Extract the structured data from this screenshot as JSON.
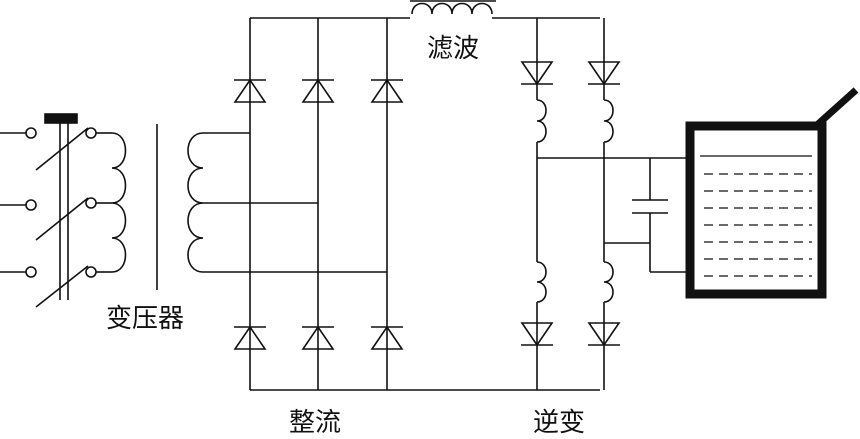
{
  "labels": {
    "transformer": "变压器",
    "rectifier": "整流",
    "filter": "滤波",
    "inverter": "逆变"
  },
  "colors": {
    "line": "#111111",
    "background": "#ffffff"
  }
}
